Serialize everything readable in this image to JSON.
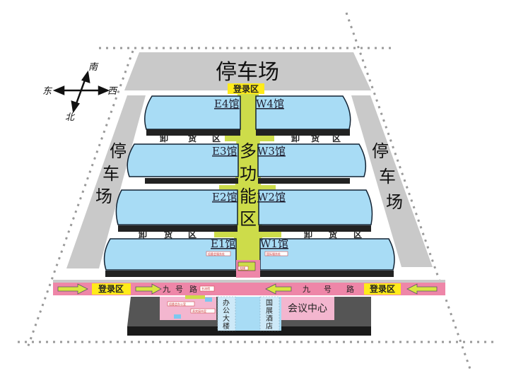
{
  "title_parking": "停车场",
  "compass": {
    "north": "北",
    "south": "南",
    "east": "东",
    "west": "西"
  },
  "halls": {
    "e4": "E4馆",
    "w4": "W4馆",
    "e3": "E3馆",
    "w3": "W3馆",
    "e2": "E2馆",
    "w2": "W2馆",
    "e1": "E1馆",
    "w1": "W1馆"
  },
  "unloading": [
    "卸",
    "货",
    "区"
  ],
  "multi_function": [
    "多",
    "功",
    "能",
    "区"
  ],
  "registration": "登录区",
  "road": [
    "九",
    "号",
    "路"
  ],
  "small_labels": {
    "e1_service": "组委会服务处",
    "w1_service": "国际服务处",
    "lift": "电梯",
    "vip": "名流馆",
    "office_a": "组委会办公室",
    "office_b": "贵宾接待室"
  },
  "office_building": [
    "办",
    "公",
    "大",
    "楼"
  ],
  "hotel": [
    "国",
    "展",
    "酒",
    "店"
  ],
  "conference": "会议中心",
  "colors": {
    "hall": "#a8dcf5",
    "spine": "#cddc4a",
    "road": "#ee86a8",
    "parking": "#c9c9c9",
    "registration": "#ffeb1a"
  }
}
